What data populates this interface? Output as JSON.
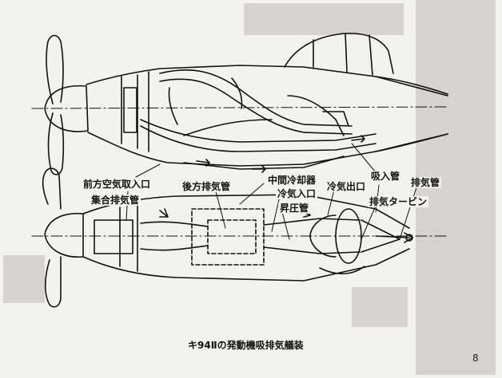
{
  "caption": "キ94Ⅱの発動機吸排気艤装",
  "labels": {
    "front_air_intake": "前方空気取入口",
    "collector_exhaust": "集合排気管",
    "rear_exhaust": "後方排気管",
    "intercooler": "中間冷却器",
    "cooling_air_inlet": "冷気入口",
    "cooling_air_outlet": "冷気出口",
    "riser_pipe": "昇圧管",
    "intake_pipe": "吸入管",
    "exhaust_pipe": "排気管",
    "exhaust_turbine": "排気タービン"
  },
  "page_number": "8",
  "colors": {
    "ink": "#111111",
    "paper": "#f4f2ee",
    "faint_text": "#8a8782"
  }
}
